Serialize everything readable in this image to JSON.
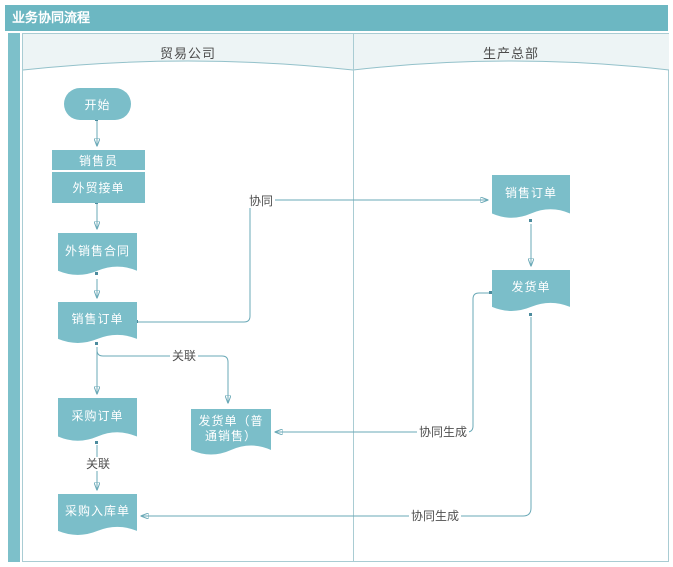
{
  "title": "业务协同流程",
  "lanes": [
    {
      "label": "贸易公司"
    },
    {
      "label": "生产总部"
    }
  ],
  "nodes": {
    "start": "开始",
    "role": "销售员",
    "task": "外贸接单",
    "contract": "外销售合同",
    "sales_order_left": "销售订单",
    "purchase_order": "采购订单",
    "purchase_inbound": "采购入库单",
    "delivery_normal": "发货单（普通销售）",
    "sales_order_right": "销售订单",
    "delivery_right": "发货单"
  },
  "edge_labels": {
    "collaborate": "协同",
    "associate_1": "关联",
    "associate_2": "关联",
    "collab_generate_1": "协同生成",
    "collab_generate_2": "协同生成"
  },
  "colors": {
    "title_bar": "#6cb7c2",
    "phase_strip": "#7dc0ca",
    "shape_fill": "#7bbec9",
    "connector": "#6aa9b7",
    "lane_header_fill": "#edf4f5",
    "border": "#a9ccd3",
    "label_text": "#4f4f4f"
  }
}
